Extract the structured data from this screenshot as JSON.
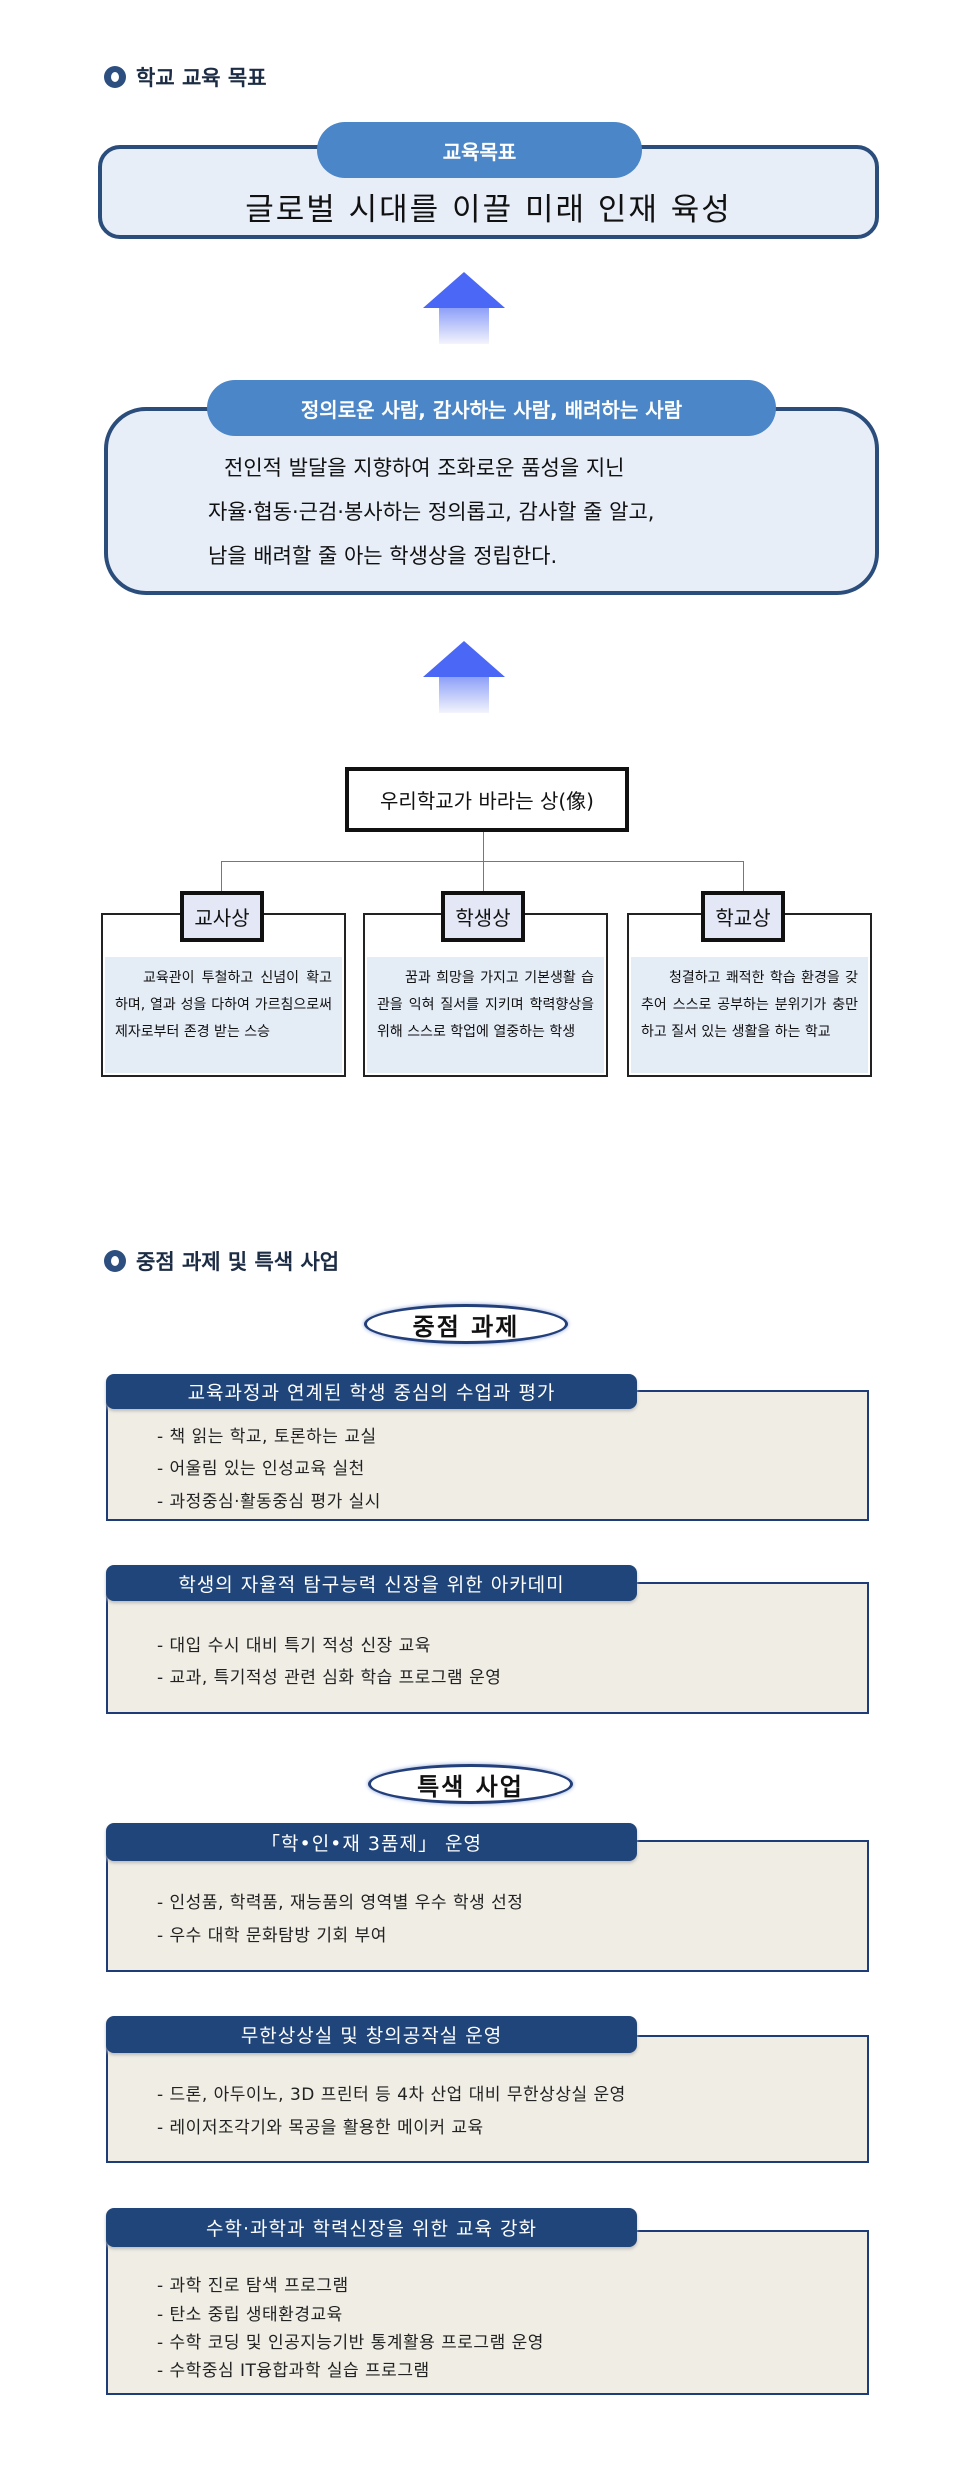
{
  "section1": {
    "title": "학교 교육 목표",
    "goal": {
      "label": "교육목표",
      "text": "글로벌 시대를 이끌 미래 인재 육성"
    },
    "ideal": {
      "label": "정의로운 사람, 감사하는 사람, 배려하는 사람",
      "lines": [
        "전인적 발달을 지향하여 조화로운 품성을 지닌",
        "자율·협동·근검·봉사하는 정의롭고, 감사할 줄 알고,",
        "남을 배려할 줄 아는 학생상을 정립한다."
      ]
    },
    "vision": {
      "title": "우리학교가 바라는 상(像)",
      "cards": [
        {
          "label": "교사상",
          "text": "교육관이 투철하고 신념이 확고하며, 열과 성을 다하여 가르침으로써 제자로부터 존경 받는 스승"
        },
        {
          "label": "학생상",
          "text": "꿈과 희망을 가지고 기본생활 습관을 익혀 질서를 지키며 학력향상을 위해 스스로 학업에 열중하는 학생"
        },
        {
          "label": "학교상",
          "text": "청결하고 쾌적한 학습 환경을 갖추어 스스로 공부하는 분위기가 충만하고 질서 있는 생활을 하는 학교"
        }
      ]
    }
  },
  "section2": {
    "title": "중점 과제 및 특색 사업",
    "core_label": "중점 과제",
    "feature_label": "특색 사업",
    "boxes": [
      {
        "title": "교육과정과 연계된 학생 중심의 수업과 평가",
        "items": [
          "- 책 읽는 학교, 토론하는 교실",
          "- 어울림 있는 인성교육 실천",
          "- 과정중심·활동중심 평가 실시"
        ]
      },
      {
        "title": "학생의 자율적 탐구능력 신장을 위한 아카데미",
        "items": [
          "- 대입 수시 대비 특기 적성 신장 교육",
          "- 교과, 특기적성 관련 심화 학습 프로그램 운영"
        ]
      },
      {
        "title": "「학•인•재 3품제」 운영",
        "items": [
          "- 인성품, 학력품, 재능품의 영역별 우수 학생 선정",
          "- 우수 대학 문화탐방 기회 부여"
        ]
      },
      {
        "title": "무한상상실 및 창의공작실 운영",
        "items": [
          "- 드론, 아두이노, 3D 프린터 등 4차 산업 대비 무한상상실 운영",
          "- 레이저조각기와 목공을 활용한 메이커 교육"
        ]
      },
      {
        "title": "수학·과학과 학력신장을 위한 교육 강화",
        "items": [
          "- 과학 진로 탐색 프로그램",
          "- 탄소 중립 생태환경교육",
          "- 수학 코딩 및 인공지능기반 통계활용 프로그램 운영",
          "- 수학중심 IT융합과학 실습 프로그램"
        ]
      }
    ]
  }
}
